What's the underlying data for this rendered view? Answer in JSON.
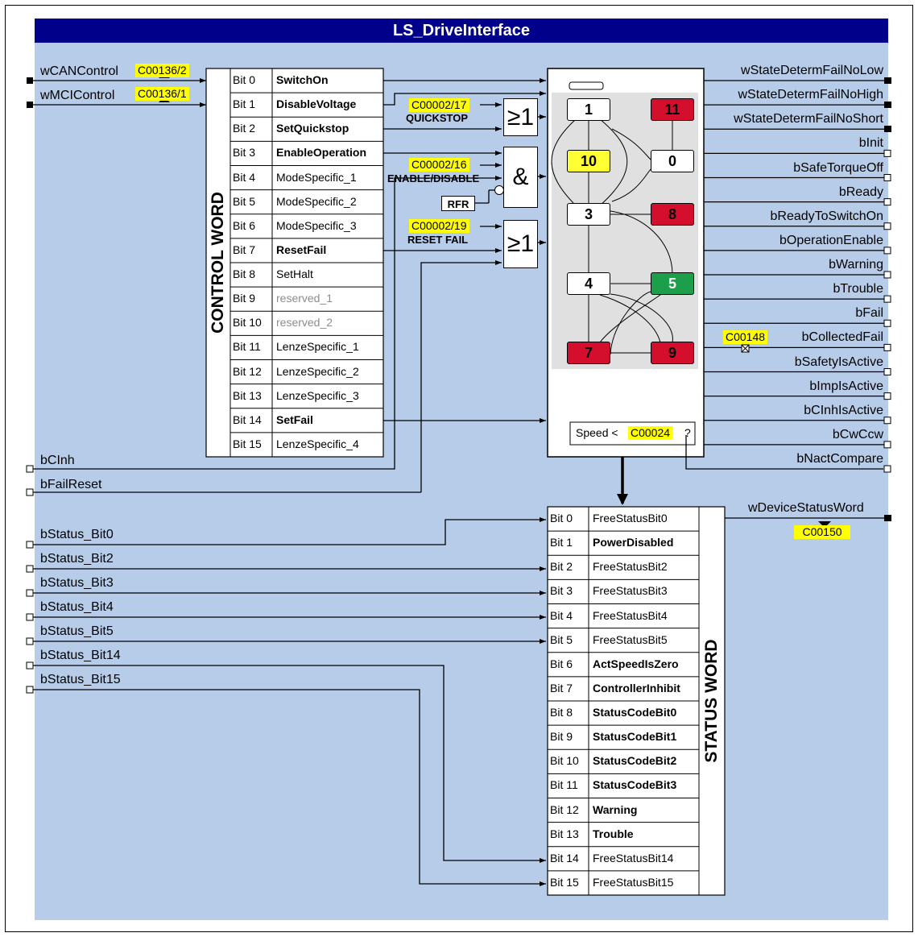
{
  "title": "LS_DriveInterface",
  "inputs": {
    "wCANControl": "wCANControl",
    "wCANControl_code": "C00136/2",
    "wMCIControl": "wMCIControl",
    "wMCIControl_code": "C00136/1",
    "bCInh": "bCInh",
    "bFailReset": "bFailReset",
    "status_bits": [
      "bStatus_Bit0",
      "bStatus_Bit2",
      "bStatus_Bit3",
      "bStatus_Bit4",
      "bStatus_Bit5",
      "bStatus_Bit14",
      "bStatus_Bit15"
    ]
  },
  "control_word": {
    "label": "CONTROL WORD",
    "rows": [
      {
        "bit": "Bit 0",
        "name": "SwitchOn"
      },
      {
        "bit": "Bit 1",
        "name": "DisableVoltage"
      },
      {
        "bit": "Bit 2",
        "name": "SetQuickstop"
      },
      {
        "bit": "Bit 3",
        "name": "EnableOperation"
      },
      {
        "bit": "Bit 4",
        "name": "ModeSpecific_1"
      },
      {
        "bit": "Bit 5",
        "name": "ModeSpecific_2"
      },
      {
        "bit": "Bit 6",
        "name": "ModeSpecific_3"
      },
      {
        "bit": "Bit 7",
        "name": "ResetFail"
      },
      {
        "bit": "Bit 8",
        "name": "SetHalt"
      },
      {
        "bit": "Bit 9",
        "name": "reserved_1"
      },
      {
        "bit": "Bit 10",
        "name": "reserved_2"
      },
      {
        "bit": "Bit 11",
        "name": "LenzeSpecific_1"
      },
      {
        "bit": "Bit 12",
        "name": "LenzeSpecific_2"
      },
      {
        "bit": "Bit 13",
        "name": "LenzeSpecific_3"
      },
      {
        "bit": "Bit 14",
        "name": "SetFail"
      },
      {
        "bit": "Bit 15",
        "name": "LenzeSpecific_4"
      }
    ]
  },
  "logic": {
    "quickstop_code": "C00002/17",
    "quickstop_label": "QUICKSTOP",
    "enable_code": "C00002/16",
    "enable_label": "ENABLE/DISABLE",
    "rfr": "RFR",
    "reset_code": "C00002/19",
    "reset_label": "RESET FAIL",
    "or_symbol": "≥1",
    "and_symbol": "&"
  },
  "state_machine": {
    "states": [
      "1",
      "11",
      "10",
      "0",
      "3",
      "8",
      "4",
      "5",
      "7",
      "9"
    ],
    "colors": {
      "fault_red": "#d40f2d",
      "init_yellow": "#ffff33",
      "run_green": "#1c9e4b",
      "bg_blue": "#b7cce8"
    },
    "speed_prefix": "Speed <",
    "speed_code": "C00024",
    "speed_suffix": "?"
  },
  "outputs": [
    "wStateDetermFailNoLow",
    "wStateDetermFailNoHigh",
    "wStateDetermFailNoShort",
    "bInit",
    "bSafeTorqueOff",
    "bReady",
    "bReadyToSwitchOn",
    "bOperationEnable",
    "bWarning",
    "bTrouble",
    "bFail",
    "bCollectedFail",
    "bSafetyIsActive",
    "bImpIsActive",
    "bCInhIsActive",
    "bCwCcw",
    "bNactCompare"
  ],
  "collected_fail_code": "C00148",
  "status_word": {
    "label": "STATUS WORD",
    "output": "wDeviceStatusWord",
    "output_code": "C00150",
    "rows": [
      {
        "bit": "Bit 0",
        "name": "FreeStatusBit0"
      },
      {
        "bit": "Bit 1",
        "name": "PowerDisabled"
      },
      {
        "bit": "Bit 2",
        "name": "FreeStatusBit2"
      },
      {
        "bit": "Bit 3",
        "name": "FreeStatusBit3"
      },
      {
        "bit": "Bit 4",
        "name": "FreeStatusBit4"
      },
      {
        "bit": "Bit 5",
        "name": "FreeStatusBit5"
      },
      {
        "bit": "Bit 6",
        "name": "ActSpeedIsZero"
      },
      {
        "bit": "Bit 7",
        "name": "ControllerInhibit"
      },
      {
        "bit": "Bit 8",
        "name": "StatusCodeBit0"
      },
      {
        "bit": "Bit 9",
        "name": "StatusCodeBit1"
      },
      {
        "bit": "Bit 10",
        "name": "StatusCodeBit2"
      },
      {
        "bit": "Bit 11",
        "name": "StatusCodeBit3"
      },
      {
        "bit": "Bit 12",
        "name": "Warning"
      },
      {
        "bit": "Bit 13",
        "name": "Trouble"
      },
      {
        "bit": "Bit 14",
        "name": "FreeStatusBit14"
      },
      {
        "bit": "Bit 15",
        "name": "FreeStatusBit15"
      }
    ]
  }
}
